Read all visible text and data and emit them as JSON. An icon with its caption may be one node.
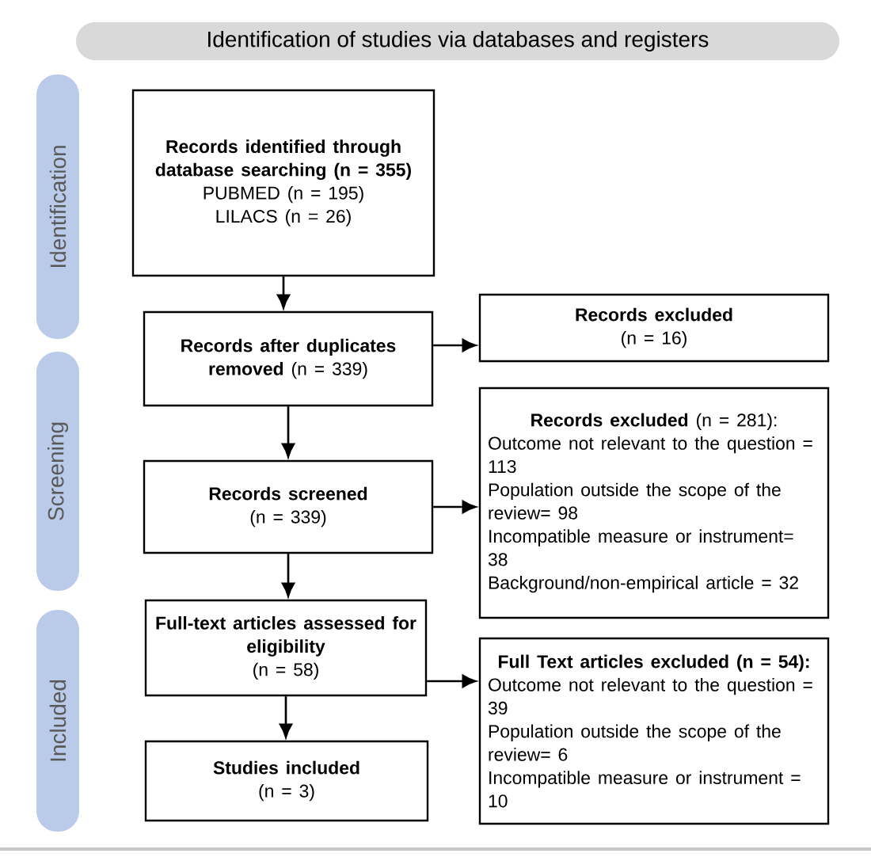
{
  "diagram": {
    "nodes": [
      {
        "text": [
          "Identification of studies via databases and registers"
        ]
      },
      {
        "text": [
          "Identification"
        ]
      },
      {
        "text": [
          "Screening"
        ]
      },
      {
        "text": [
          "Included"
        ]
      },
      {
        "text": [
          "Records identified through database searching (n = 355)",
          "PUBMED (n = 195)",
          "LILACS (n = 26)"
        ]
      },
      {
        "text": [
          "**Records after duplicates removed** (n = 339)"
        ]
      },
      {
        "text": [
          "Records excluded",
          "(n = 16)"
        ]
      },
      {
        "text": [
          "Records screened",
          "(n = 339)"
        ]
      },
      {
        "text": [
          "**Records excluded** (n = 281):",
          "Outcome not relevant to the question = 113",
          "Population outside the scope of the review= 98",
          "Incompatible measure or instrument= 38",
          "Background/non-empirical article = 32"
        ]
      },
      {
        "text": [
          "Full-text articles assessed for eligibility",
          "(n = 58)"
        ]
      },
      {
        "text": [
          "Full Text articles excluded (n = 54):",
          "Outcome not relevant to the question = 39",
          "Population outside the scope of the review= 6",
          "Incompatible measure or instrument = 10"
        ]
      },
      {
        "text": [
          "Studies included",
          "(n = 3)"
        ]
      }
    ],
    "edges": [
      {
        "from": 4,
        "to": 5,
        "arrow": "to"
      },
      {
        "from": 5,
        "to": 6,
        "arrow": "to"
      },
      {
        "from": 5,
        "to": 7,
        "arrow": "to"
      },
      {
        "from": 7,
        "to": 8,
        "arrow": "to"
      },
      {
        "from": 7,
        "to": 9,
        "arrow": "to"
      },
      {
        "from": 9,
        "to": 10,
        "arrow": "to"
      },
      {
        "from": 9,
        "to": 11,
        "arrow": "to"
      }
    ]
  }
}
